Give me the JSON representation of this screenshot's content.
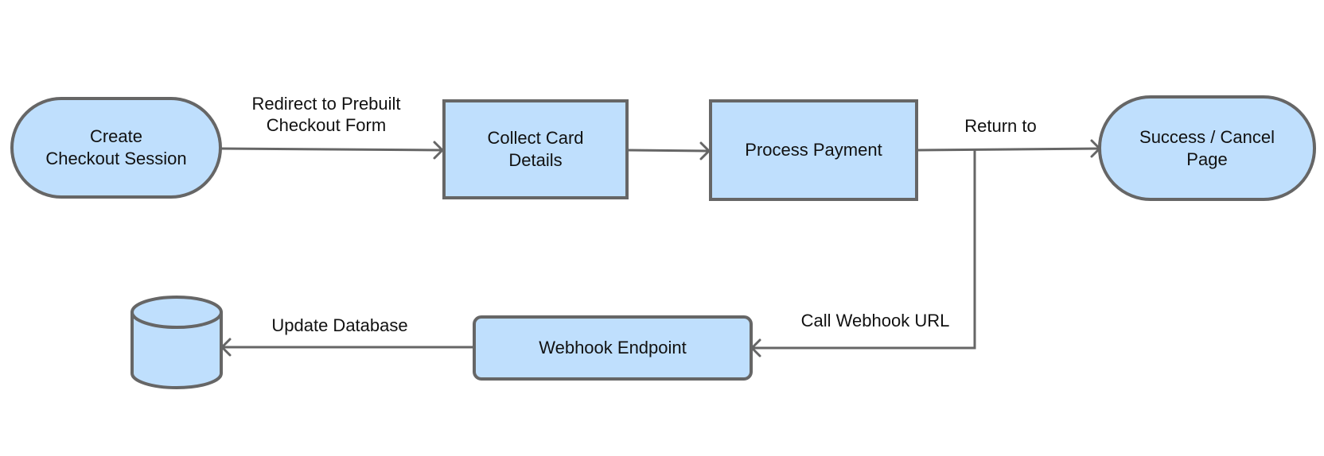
{
  "nodes": {
    "create_checkout_session": {
      "label": "Create\nCheckout Session",
      "shape": "terminator"
    },
    "collect_card_details": {
      "label": "Collect Card\nDetails",
      "shape": "process"
    },
    "process_payment": {
      "label": "Process Payment",
      "shape": "process"
    },
    "success_cancel_page": {
      "label": "Success / Cancel\nPage",
      "shape": "terminator"
    },
    "webhook_endpoint": {
      "label": "Webhook Endpoint",
      "shape": "rounded-process"
    },
    "database": {
      "label": "",
      "shape": "cylinder",
      "icon": "database-icon"
    }
  },
  "edges": {
    "redirect": {
      "from": "create_checkout_session",
      "to": "collect_card_details",
      "label": "Redirect to  Prebuilt\nCheckout Form"
    },
    "collect_to_process": {
      "from": "collect_card_details",
      "to": "process_payment",
      "label": ""
    },
    "return_to": {
      "from": "process_payment",
      "to": "success_cancel_page",
      "label": "Return to"
    },
    "call_webhook": {
      "from": "process_payment",
      "to": "webhook_endpoint",
      "label": "Call Webhook URL"
    },
    "update_database": {
      "from": "webhook_endpoint",
      "to": "database",
      "label": "Update Database"
    }
  },
  "colors": {
    "fill": "#bfdffd",
    "stroke": "#666666",
    "text": "#111111",
    "background": "#ffffff"
  }
}
